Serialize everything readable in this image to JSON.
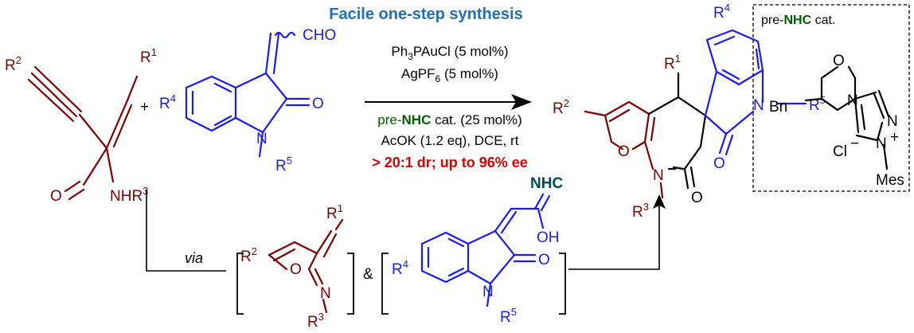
{
  "title": "Facile one-step synthesis",
  "conditions": {
    "line1_main": "Ph",
    "line1_sub": "3",
    "line1_tail": "PAuCl (5 mol%)",
    "line2_main": "AgPF",
    "line2_sub": "6",
    "line2_tail": " (5 mol%)",
    "line3_pre": "pre-",
    "line3_nhc": "NHC",
    "line3_tail": " cat. (25 mol%)",
    "line4": "AcOK (1.2 eq), DCE, rt",
    "selectivity": "> 20:1 dr; up to 96% ee"
  },
  "catalyst_box": {
    "label_pre": "pre-",
    "label_nhc": "NHC",
    "label_tail": " cat.",
    "bn": "Bn",
    "cl": "Cl",
    "mes": "Mes",
    "plus": "+",
    "minus": "−"
  },
  "labels": {
    "plus": "+",
    "via": "via",
    "amp": "&",
    "nhc": "NHC",
    "oh": "OH",
    "cho": "CHO",
    "o": "O",
    "n": "N",
    "nh": "NHR",
    "r": "R",
    "sup1": "1",
    "sup2": "2",
    "sup3": "3",
    "sup4": "4",
    "sup5": "5"
  },
  "colors": {
    "reactant_red": "#800000",
    "isatin_blue": "#1a1aff",
    "nhc_green": "#004d4d",
    "highlight_red": "#e00000",
    "title_blue": "#1f6fc0"
  }
}
